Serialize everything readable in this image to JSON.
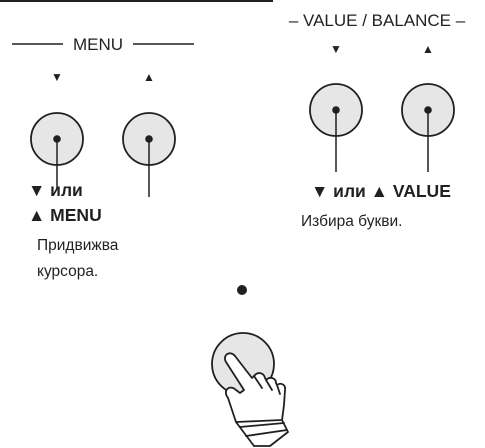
{
  "menu": {
    "title": "MENU",
    "down_glyph": "▼",
    "up_glyph": "▲",
    "caption_line1": "▼ или",
    "caption_line2": "▲ MENU",
    "desc_line1": "Придвижва",
    "desc_line2": "курсора."
  },
  "value_balance": {
    "title": "– VALUE / BALANCE –",
    "down_glyph": "▼",
    "up_glyph": "▲",
    "caption": "▼ или ▲ VALUE",
    "desc": "Избира букви."
  },
  "colors": {
    "ink": "#231f20",
    "button_fill": "#e6e6e6",
    "background": "#ffffff"
  },
  "icons": [
    "button-press-hand-icon",
    "indicator-dot-icon"
  ]
}
